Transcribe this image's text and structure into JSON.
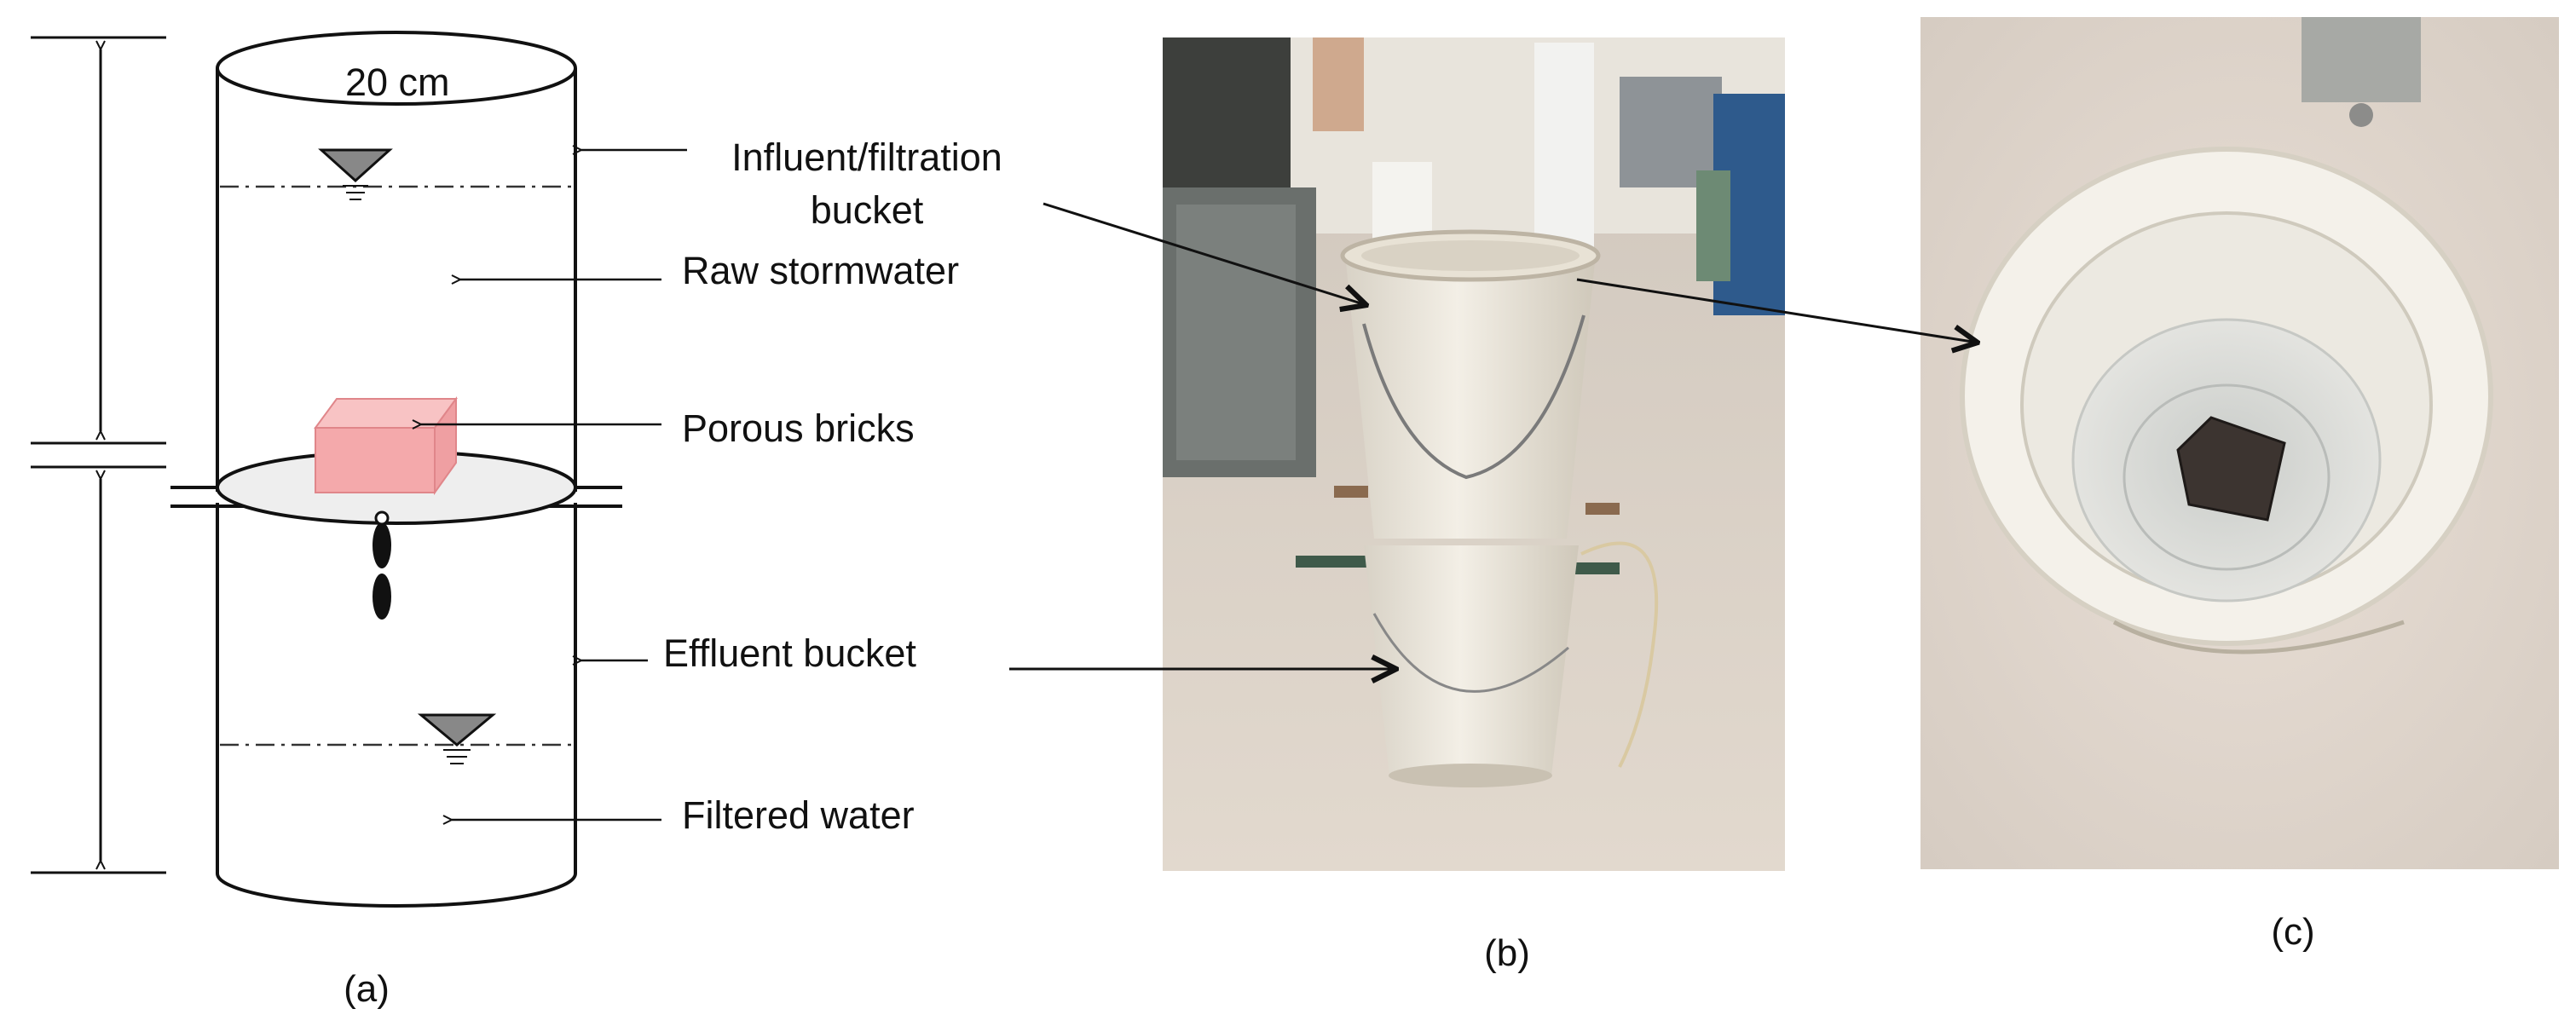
{
  "figure": {
    "labels": {
      "diameter": "20 cm",
      "influent_bucket": "Influent/filtration\nbucket",
      "raw_stormwater": "Raw stormwater",
      "porous_bricks": "Porous bricks",
      "effluent_bucket": "Effluent bucket",
      "filtered_water": "Filtered water"
    },
    "captions": {
      "a": "(a)",
      "b": "(b)",
      "c": "(c)"
    },
    "colors": {
      "brick": "#f4a9ab",
      "brick_edge": "#e0868a",
      "disc": "#eeeeee",
      "stroke": "#111111",
      "water_mark": "#888888"
    }
  }
}
